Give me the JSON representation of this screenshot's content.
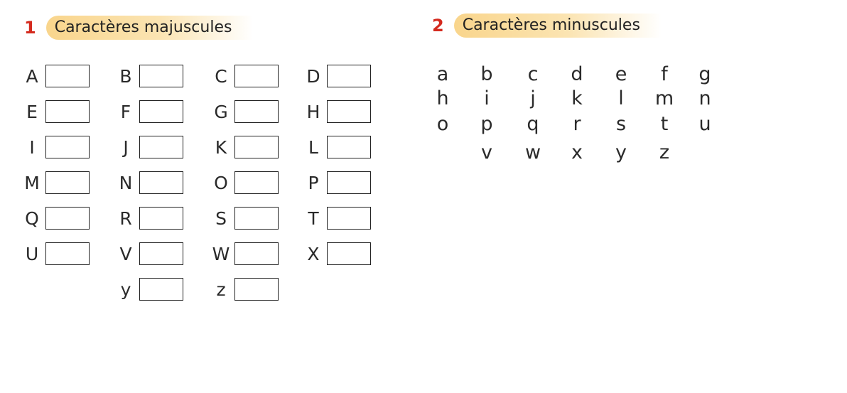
{
  "section1": {
    "number": "1",
    "title": "Caractères majuscules",
    "rows": [
      [
        "A",
        "B",
        "C",
        "D"
      ],
      [
        "E",
        "F",
        "G",
        "H"
      ],
      [
        "I",
        "J",
        "K",
        "L"
      ],
      [
        "M",
        "N",
        "O",
        "P"
      ],
      [
        "Q",
        "R",
        "S",
        "T"
      ],
      [
        "U",
        "V",
        "W",
        "X"
      ],
      [
        "",
        "y",
        "z",
        ""
      ]
    ]
  },
  "section2": {
    "number": "2",
    "title": "Caractères minuscules",
    "rows": [
      [
        "a",
        "b",
        "c",
        "d",
        "e",
        "f",
        "g"
      ],
      [
        "h",
        "i",
        "j",
        "k",
        "l",
        "m",
        "n"
      ],
      [
        "o",
        "p",
        "q",
        "r",
        "s",
        "t",
        "u"
      ],
      [
        "",
        "v",
        "w",
        "x",
        "y",
        "z",
        ""
      ]
    ]
  }
}
